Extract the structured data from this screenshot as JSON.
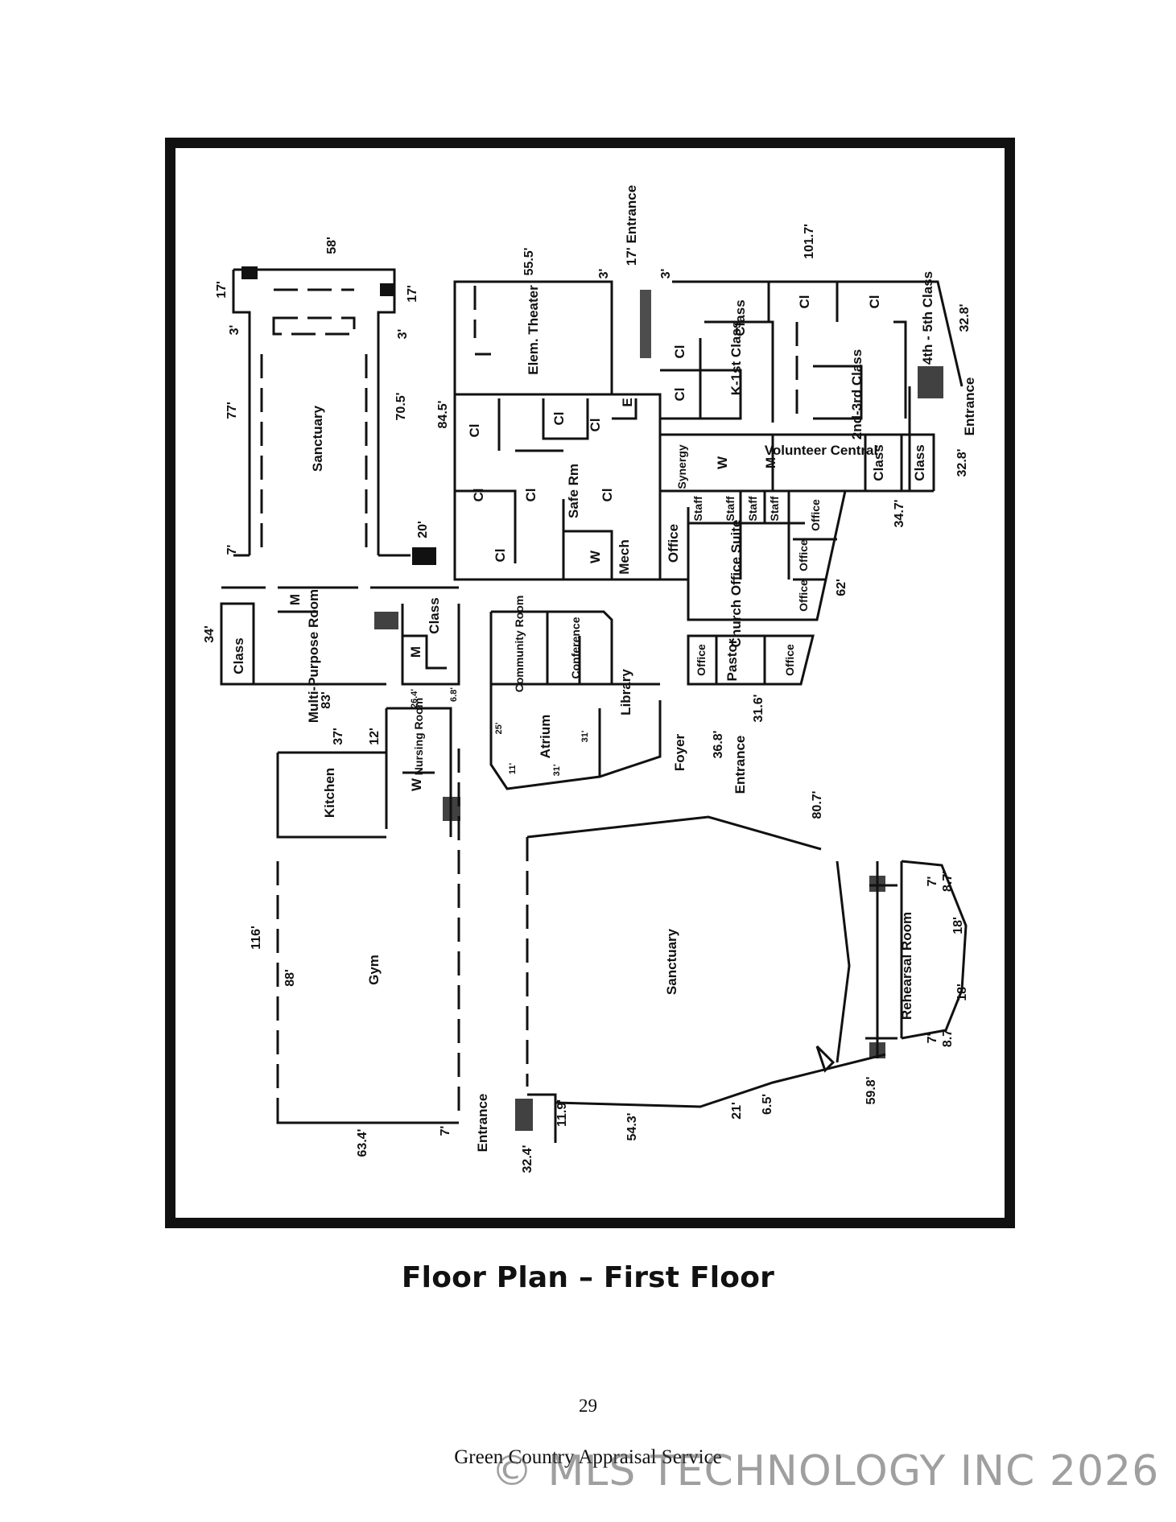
{
  "caption": "Floor Plan – First Floor",
  "page_number": "29",
  "footer_company": "Green Country Appraisal Service",
  "watermark": "© MLS TECHNOLOGY INC 2026",
  "rooms": {
    "sanctuary_old": "Sanctuary",
    "elem_theater": "Elem. Theater",
    "class_top": "Class",
    "cl": "Cl",
    "k1st_class": "K-1st Class",
    "grade_2_3_class": "2nd-3rd Class",
    "grade_4_5_class": "4th - 5th Class",
    "e": "E",
    "safe_rm": "Safe Rm",
    "w": "W",
    "m": "M",
    "mech": "Mech",
    "synergy": "Synergy",
    "volunteer_central": "Volunteer Central",
    "class": "Class",
    "staff": "Staff",
    "office": "Office",
    "church_office_suite": "Church Office Suite",
    "pastor": "Pastor",
    "multi_purpose_room": "Multi-Purpose Room",
    "community_room": "Community Room",
    "conference": "Conference",
    "library": "Library",
    "atrium": "Atrium",
    "nursing_room": "Nursing Room",
    "kitchen": "Kitchen",
    "foyer": "Foyer",
    "gym": "Gym",
    "sanctuary_main": "Sanctuary",
    "rehearsal_room": "Rehearsal Room",
    "entrance": "Entrance",
    "entrance_17": "17' Entrance"
  },
  "dimensions": {
    "d58": "58'",
    "d17": "17'",
    "d3": "3'",
    "d77": "77'",
    "d70_5": "70.5'",
    "d7": "7'",
    "d20": "20'",
    "d84_5": "84.5'",
    "d55_5": "55.5'",
    "d101_7": "101.7'",
    "d32_8": "32.8'",
    "d34_7": "34.7'",
    "d62": "62'",
    "d34": "34'",
    "d83": "83'",
    "d26_4": "26.4'",
    "d6_8": "6.8'",
    "d37": "37'",
    "d12": "12'",
    "d25": "25'",
    "d11": "11'",
    "d31": "31'",
    "d31_6": "31.6'",
    "d36_8": "36.8'",
    "d80_7": "80.7'",
    "d116": "116'",
    "d88": "88'",
    "d63_4": "63.4'",
    "d32_4": "32.4'",
    "d11_9": "11.9'",
    "d54_3": "54.3'",
    "d21": "21'",
    "d6_5": "6.5'",
    "d59_8": "59.8'",
    "d8_7": "8.7'",
    "d8_7b": "8.7",
    "d18": "18'"
  }
}
